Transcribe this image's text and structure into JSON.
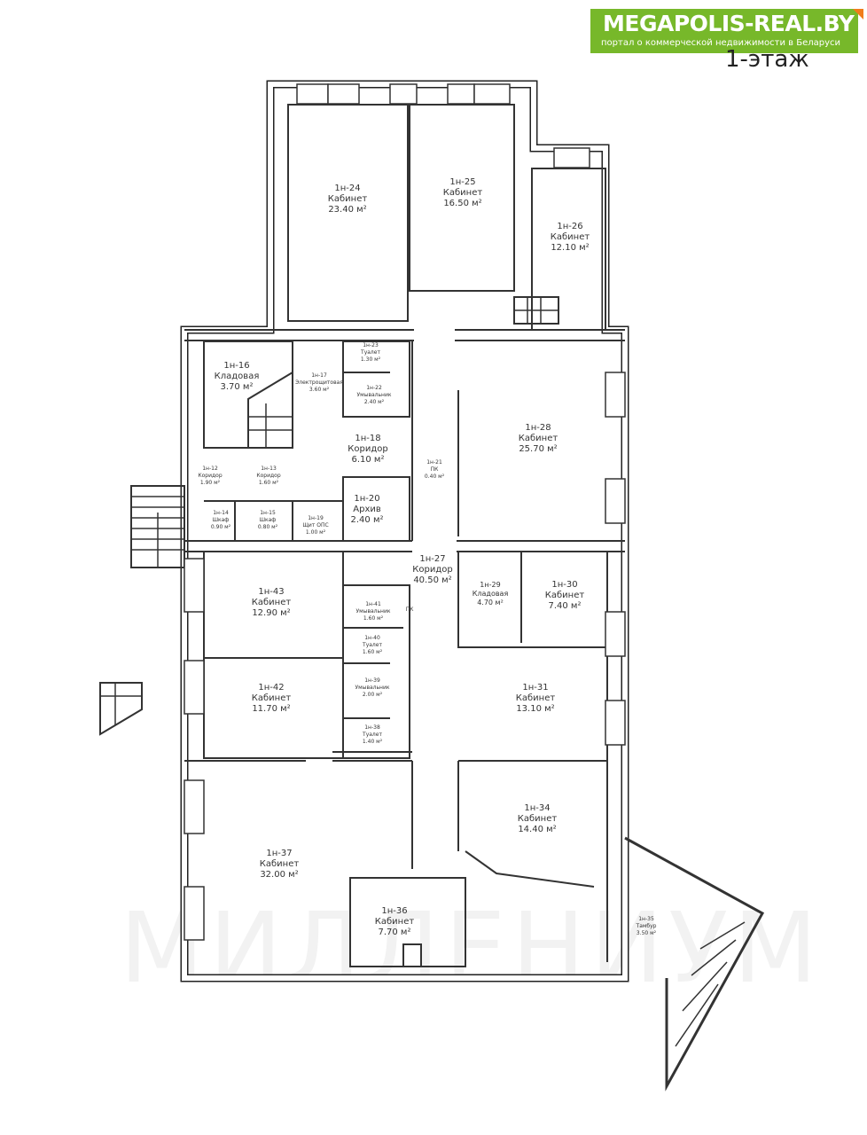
{
  "logo": {
    "title": "MEGAPOLIS-REAL.BY",
    "subtitle": "портал о коммерческой недвижимости в Беларуси",
    "color": "#77b82a",
    "accent": "#f07c1a"
  },
  "floor_label": "1-этаж",
  "watermark": "МИЛЛЕНИУМ",
  "rooms": [
    {
      "id": "1н-24",
      "name": "Кабинет",
      "area": "23.40 м²"
    },
    {
      "id": "1н-25",
      "name": "Кабинет",
      "area": "16.50 м²"
    },
    {
      "id": "1н-26",
      "name": "Кабинет",
      "area": "12.10 м²"
    },
    {
      "id": "1н-16",
      "name": "Кладовая",
      "area": "3.70 м²"
    },
    {
      "id": "1н-17",
      "name": "Электрощитовая",
      "area": "3.60 м²"
    },
    {
      "id": "1н-23",
      "name": "Туалет",
      "area": "1.30 м²"
    },
    {
      "id": "1н-22",
      "name": "Умывальник",
      "area": "2.40 м²"
    },
    {
      "id": "1н-28",
      "name": "Кабинет",
      "area": "25.70 м²"
    },
    {
      "id": "1н-18",
      "name": "Коридор",
      "area": "6.10 м²"
    },
    {
      "id": "1н-21",
      "name": "ПК",
      "area": "0.40 м²"
    },
    {
      "id": "1н-12",
      "name": "Коридор",
      "area": "1.90 м²"
    },
    {
      "id": "1н-13",
      "name": "Коридор",
      "area": "1.60 м²"
    },
    {
      "id": "1н-14",
      "name": "Шкаф",
      "area": "0.90 м²"
    },
    {
      "id": "1н-15",
      "name": "Шкаф",
      "area": "0.80 м²"
    },
    {
      "id": "1н-19",
      "name": "Щит ОПС",
      "area": "1.00 м²"
    },
    {
      "id": "1н-20",
      "name": "Архив",
      "area": "2.40 м²"
    },
    {
      "id": "1н-27",
      "name": "Коридор",
      "area": "40.50 м²"
    },
    {
      "id": "1н-43",
      "name": "Кабинет",
      "area": "12.90 м²"
    },
    {
      "id": "1н-41",
      "name": "Умывальник",
      "area": "1.60 м²"
    },
    {
      "id": "1н-29",
      "name": "Кладовая",
      "area": "4.70 м²"
    },
    {
      "id": "1н-30",
      "name": "Кабинет",
      "area": "7.40 м²"
    },
    {
      "id": "1н-40",
      "name": "Туалет",
      "area": "1.60 м²"
    },
    {
      "id": "1н-42",
      "name": "Кабинет",
      "area": "11.70 м²"
    },
    {
      "id": "1н-39",
      "name": "Умывальник",
      "area": "2.00 м²"
    },
    {
      "id": "1н-31",
      "name": "Кабинет",
      "area": "13.10 м²"
    },
    {
      "id": "1н-38",
      "name": "Туалет",
      "area": "1.40 м²"
    },
    {
      "id": "1н-34",
      "name": "Кабинет",
      "area": "14.40 м²"
    },
    {
      "id": "1н-37",
      "name": "Кабинет",
      "area": "32.00 м²"
    },
    {
      "id": "1н-36",
      "name": "Кабинет",
      "area": "7.70 м²"
    },
    {
      "id": "1н-35",
      "name": "Тамбур",
      "area": "3.50 м²"
    }
  ],
  "pk_label": "ПК"
}
